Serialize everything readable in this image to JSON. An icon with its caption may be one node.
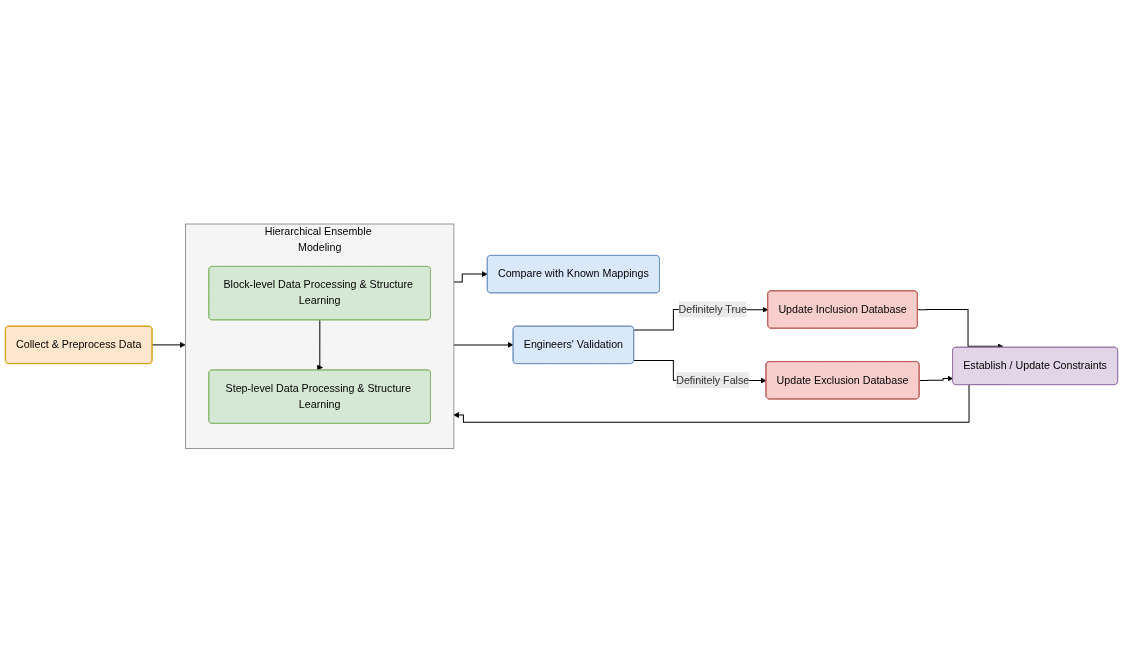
{
  "diagram": {
    "nodes": [
      {
        "text": [
          "Collect & Preprocess Data"
        ]
      },
      {
        "text": [
          "Establish / Update Constraints"
        ]
      },
      {
        "text": [
          "Hierarchical Ensemble Modeling"
        ]
      },
      {
        "text": [
          "Block-level Data Processing & Structure Learning"
        ],
        "in": 2
      },
      {
        "text": [
          "Step-level Data Processing & Structure Learning"
        ],
        "in": 2
      },
      {
        "text": [
          "Compare with Known Mappings"
        ]
      },
      {
        "text": [
          "Engineers' Validation"
        ]
      },
      {
        "text": [
          "Update Inclusion Database"
        ]
      },
      {
        "text": [
          "Update Exclusion Database"
        ]
      }
    ],
    "edges": [
      {
        "from": 0,
        "to": 2,
        "arrow": "to"
      },
      {
        "from": 1,
        "to": 2,
        "arrow": "to"
      },
      {
        "from": 3,
        "to": 4,
        "arrow": "to"
      },
      {
        "from": 2,
        "to": 5,
        "arrow": "to"
      },
      {
        "from": 2,
        "to": 6,
        "arrow": "to"
      },
      {
        "from": 6,
        "to": 7,
        "arrow": "to",
        "label": "Definitely True"
      },
      {
        "from": 6,
        "to": 8,
        "arrow": "to",
        "label": "Definitely False"
      },
      {
        "from": 7,
        "to": 1,
        "arrow": "to"
      },
      {
        "from": 8,
        "to": 1,
        "arrow": "to"
      }
    ]
  }
}
